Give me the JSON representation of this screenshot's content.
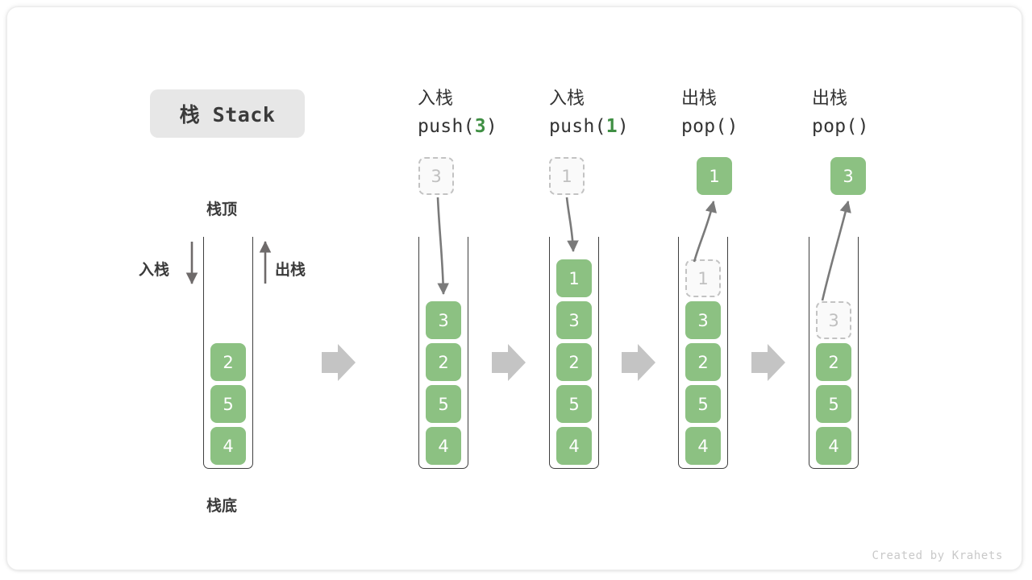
{
  "title": {
    "badge": "栈 Stack"
  },
  "legend": {
    "top_label": "栈顶",
    "bottom_label": "栈底",
    "push_label": "入栈",
    "pop_label": "出栈"
  },
  "credit": "Created by Krahets",
  "colors": {
    "cell_green": "#8cc182",
    "cell_text": "#ffffff",
    "ghost_border": "#c3c3c3",
    "ghost_text": "#c0c0c0",
    "accent_green": "#3f8f43",
    "arrow_gray": "#c4c4c4",
    "stroke_gray": "#7a7a7a",
    "tube_border": "#3f3f3f",
    "badge_bg": "#e7e7e7",
    "text_dark": "#333333"
  },
  "steps": [
    {
      "id": "initial",
      "op_label": "",
      "fn_prefix": "",
      "fn_value": "",
      "fn_suffix": "",
      "cells": [
        "4",
        "5",
        "2"
      ],
      "float": null
    },
    {
      "id": "push-3",
      "op_label": "入栈",
      "fn_prefix": "push(",
      "fn_value": "3",
      "fn_suffix": ")",
      "cells": [
        "4",
        "5",
        "2",
        "3"
      ],
      "float": {
        "kind": "ghost",
        "value": "3",
        "direction": "down"
      }
    },
    {
      "id": "push-1",
      "op_label": "入栈",
      "fn_prefix": "push(",
      "fn_value": "1",
      "fn_suffix": ")",
      "cells": [
        "4",
        "5",
        "2",
        "3",
        "1"
      ],
      "float": {
        "kind": "ghost",
        "value": "1",
        "direction": "down"
      }
    },
    {
      "id": "pop-1",
      "op_label": "出栈",
      "fn_prefix": "pop(",
      "fn_value": "",
      "fn_suffix": ")",
      "cells": [
        "4",
        "5",
        "2",
        "3",
        "1"
      ],
      "ghost_top_index": 4,
      "float": {
        "kind": "solid",
        "value": "1",
        "direction": "up"
      }
    },
    {
      "id": "pop-3",
      "op_label": "出栈",
      "fn_prefix": "pop(",
      "fn_value": "",
      "fn_suffix": ")",
      "cells": [
        "4",
        "5",
        "2",
        "3"
      ],
      "ghost_top_index": 3,
      "float": {
        "kind": "solid",
        "value": "3",
        "direction": "up"
      }
    }
  ]
}
